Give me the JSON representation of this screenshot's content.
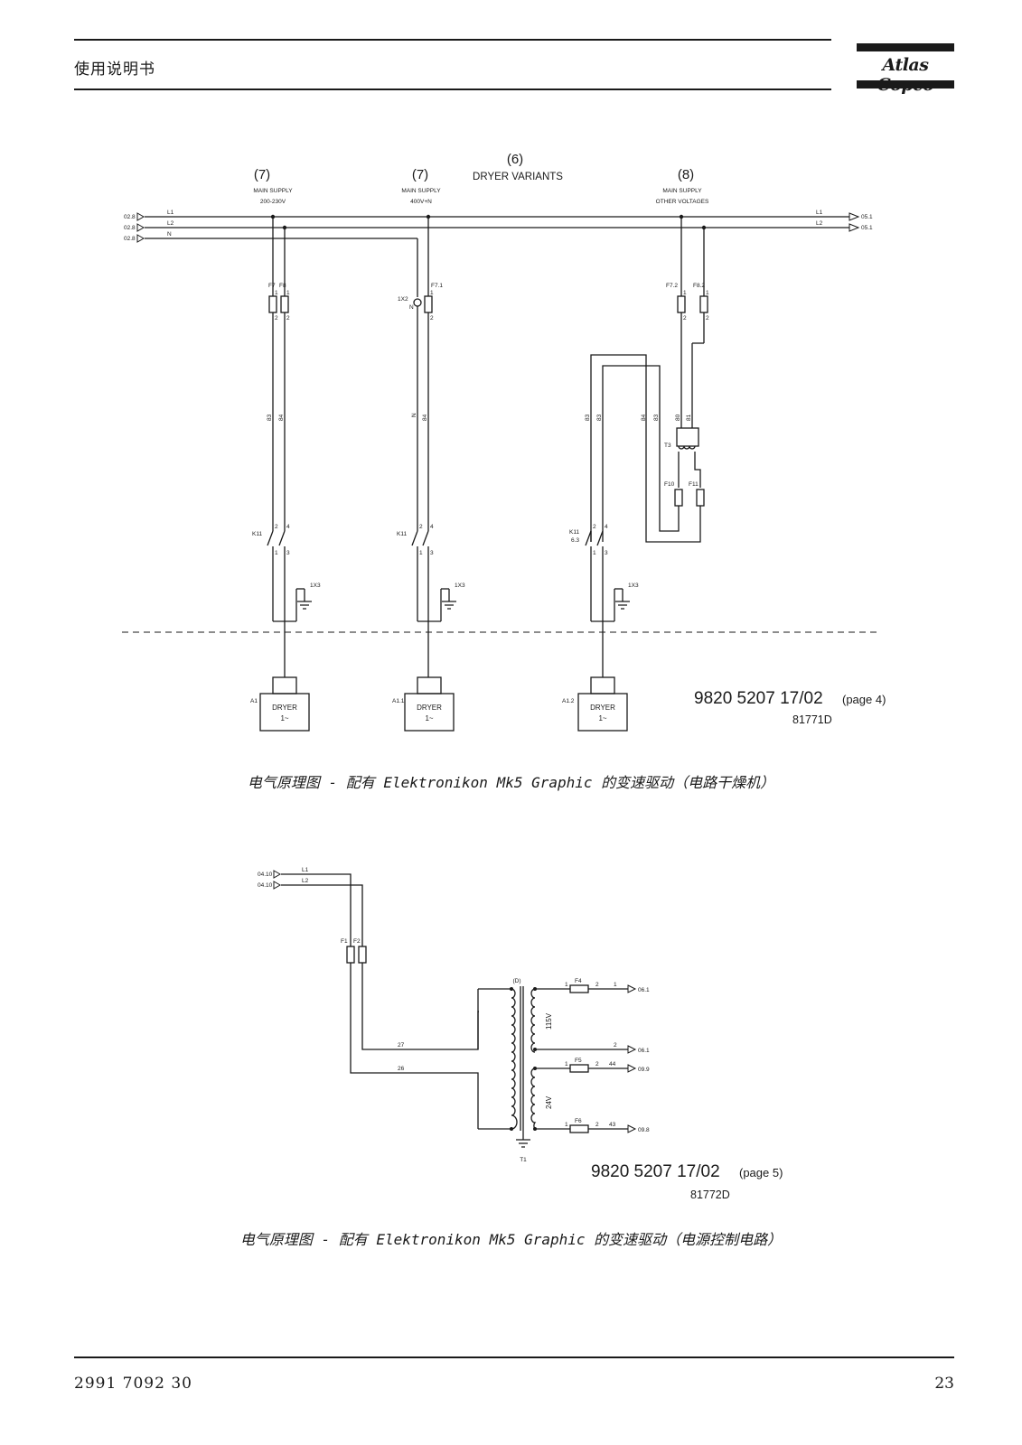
{
  "header": {
    "title": "使用说明书",
    "logo_text": "Atlas Copco"
  },
  "diagram1": {
    "variants_num": "(6)",
    "variants_label": "DRYER VARIANTS",
    "col1": {
      "num": "(7)",
      "line1": "MAIN SUPPLY",
      "line2": "200-230V"
    },
    "col2": {
      "num": "(7)",
      "line1": "MAIN SUPPLY",
      "line2": "400V+N"
    },
    "col3": {
      "num": "(8)",
      "line1": "MAIN SUPPLY",
      "line2": "OTHER VOLTAGES"
    },
    "in_refs": [
      "02.8",
      "02.8",
      "02.8"
    ],
    "in_labels": [
      "L1",
      "L2",
      "N"
    ],
    "out_refs": [
      "05.1",
      "05.1"
    ],
    "out_labels": [
      "L1",
      "L2"
    ],
    "fuse_c1": [
      "F7",
      "F8"
    ],
    "fuse_c2": "F7.1",
    "terminal_c2": "1X2",
    "fuse_c3": [
      "F7.2",
      "F8.2"
    ],
    "fuse_c3_low": [
      "F10",
      "F11"
    ],
    "transformer": "T3",
    "wire_c1": [
      "83",
      "84"
    ],
    "wire_c2": [
      "N",
      "84"
    ],
    "wire_c3": [
      "83",
      "83",
      "84",
      "83",
      "80",
      "81"
    ],
    "contactor": "K11",
    "contactor_c3_sub": "6.3",
    "pins_top": [
      "2",
      "4"
    ],
    "pins_bot": [
      "1",
      "3"
    ],
    "fuse_pins": [
      "1",
      "2"
    ],
    "earth_label": "1X3",
    "dryer_ids": [
      "A1",
      "A1.1",
      "A1.2"
    ],
    "dryer_label": "DRYER",
    "dryer_sub": "1~",
    "doc_ref": "9820 5207 17/02",
    "doc_page": "(page 4)",
    "doc_id": "81771D"
  },
  "caption1": "电气原理图 - 配有 Elektronikon Mk5 Graphic 的变速驱动（电路干燥机）",
  "diagram2": {
    "in_refs": [
      "04.10",
      "04.10"
    ],
    "in_labels": [
      "L1",
      "L2"
    ],
    "fuses": [
      "F1",
      "F2"
    ],
    "wire_labels": [
      "27",
      "26"
    ],
    "trafo_top": "(D)",
    "trafo_label": "T1",
    "v1": "115V",
    "v2": "24V",
    "sec_fuses": [
      "F4",
      "F5",
      "F6"
    ],
    "pin_labels": [
      "1",
      "2",
      "1",
      "2",
      "1",
      "2",
      "44",
      "1",
      "2",
      "43"
    ],
    "out_refs": [
      "06.1",
      "06.1",
      "09.9",
      "09.8"
    ],
    "doc_ref": "9820 5207 17/02",
    "doc_page": "(page 5)",
    "doc_id": "81772D"
  },
  "caption2": "电气原理图 - 配有 Elektronikon Mk5 Graphic 的变速驱动（电源控制电路）",
  "footer": {
    "doc_number": "2991 7092 30",
    "page_number": "23"
  }
}
